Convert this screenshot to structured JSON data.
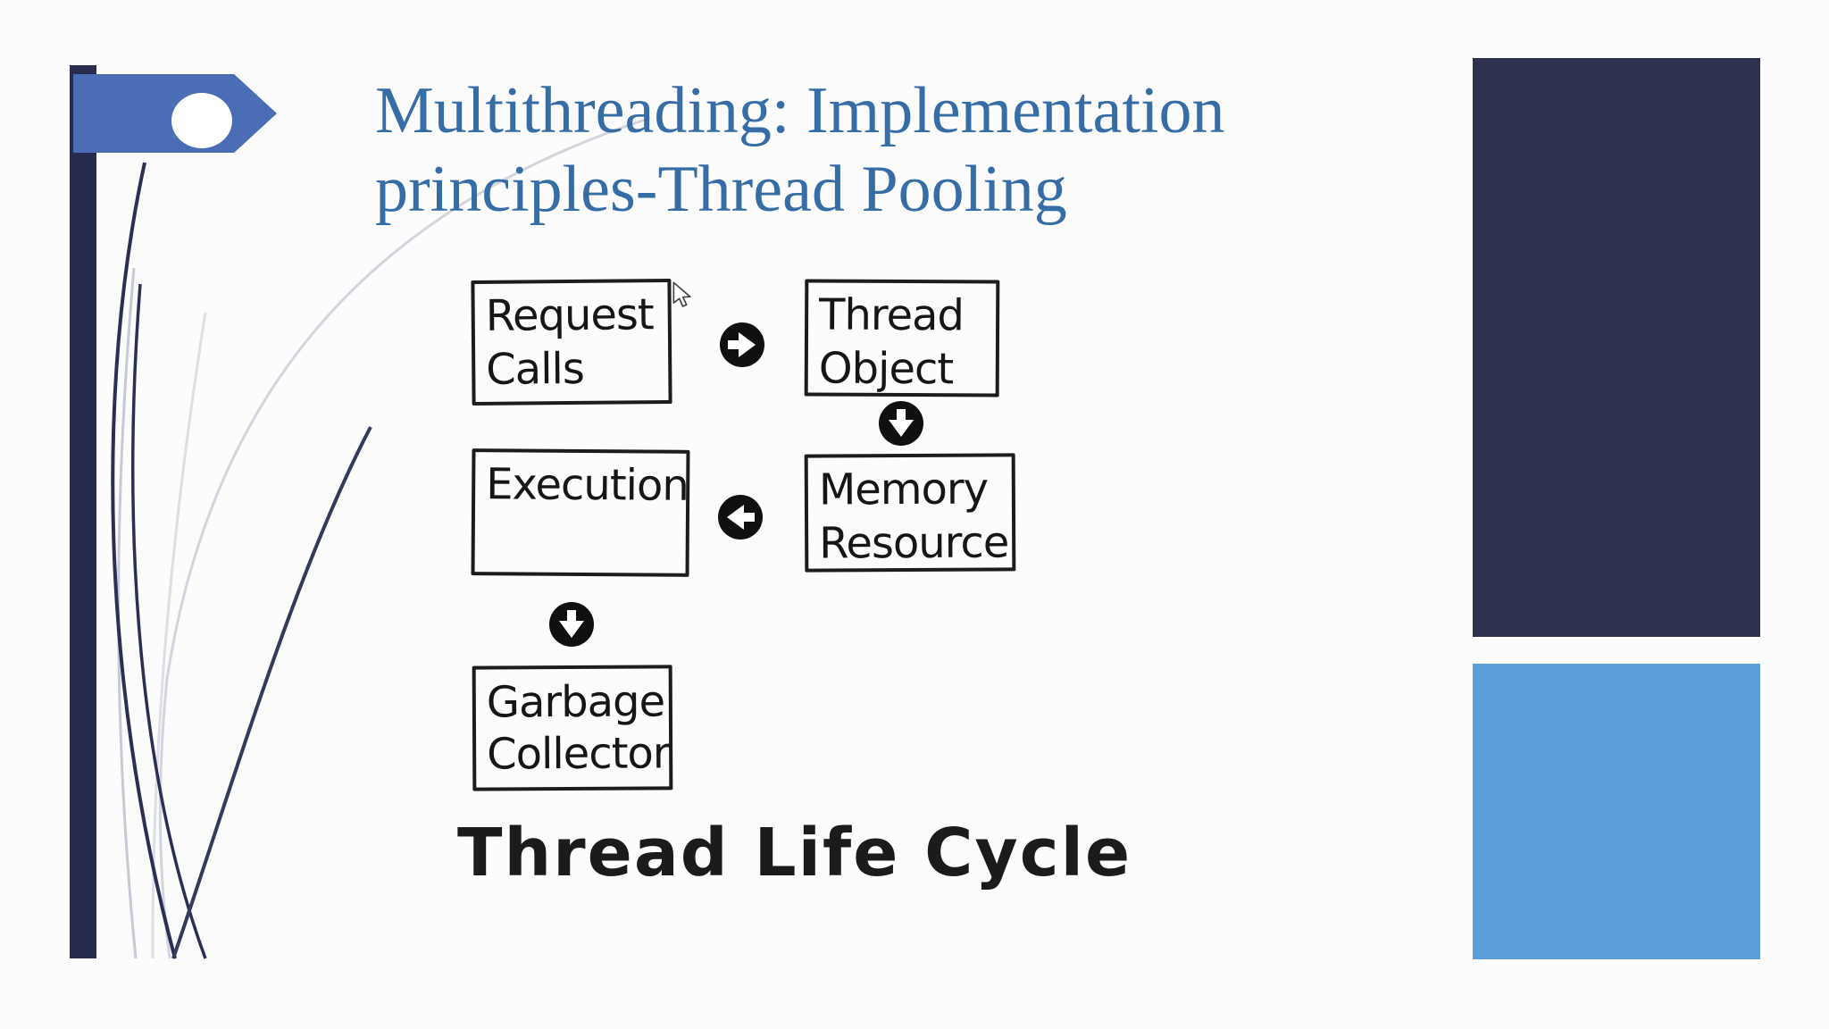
{
  "slide": {
    "title": {
      "line1": "Multithreading: Implementation",
      "line2": "principles-Thread Pooling"
    },
    "caption": "Thread Life Cycle",
    "colors": {
      "title_blue": "#366da6",
      "pointer_blue": "#4a6db5",
      "accent_navy": "#272c4f",
      "panel_dark_navy": "#2e3150",
      "panel_light_blue": "#5c9ed7",
      "diagram_ink": "#1c1c1c"
    },
    "icons": {
      "pointer_shape": "right-pointing-tag",
      "arrow_right": "circled-right-arrow",
      "arrow_down": "circled-down-arrow",
      "arrow_left": "circled-left-arrow",
      "mouse_cursor": "pointer-arrow"
    }
  },
  "diagram": {
    "boxes": [
      {
        "id": "request-calls",
        "lines": [
          "Request",
          "Calls"
        ]
      },
      {
        "id": "thread-object",
        "lines": [
          "Thread",
          "Object"
        ]
      },
      {
        "id": "memory-resource",
        "lines": [
          "Memory",
          "Resource"
        ]
      },
      {
        "id": "execution",
        "lines": [
          "Execution"
        ]
      },
      {
        "id": "garbage-collector",
        "lines": [
          "Garbage",
          "Collector"
        ]
      }
    ],
    "arrows": [
      {
        "id": "request-to-thread",
        "direction": "right"
      },
      {
        "id": "thread-to-memory",
        "direction": "down"
      },
      {
        "id": "memory-to-execution",
        "direction": "left"
      },
      {
        "id": "execution-to-garbage",
        "direction": "down"
      }
    ]
  }
}
